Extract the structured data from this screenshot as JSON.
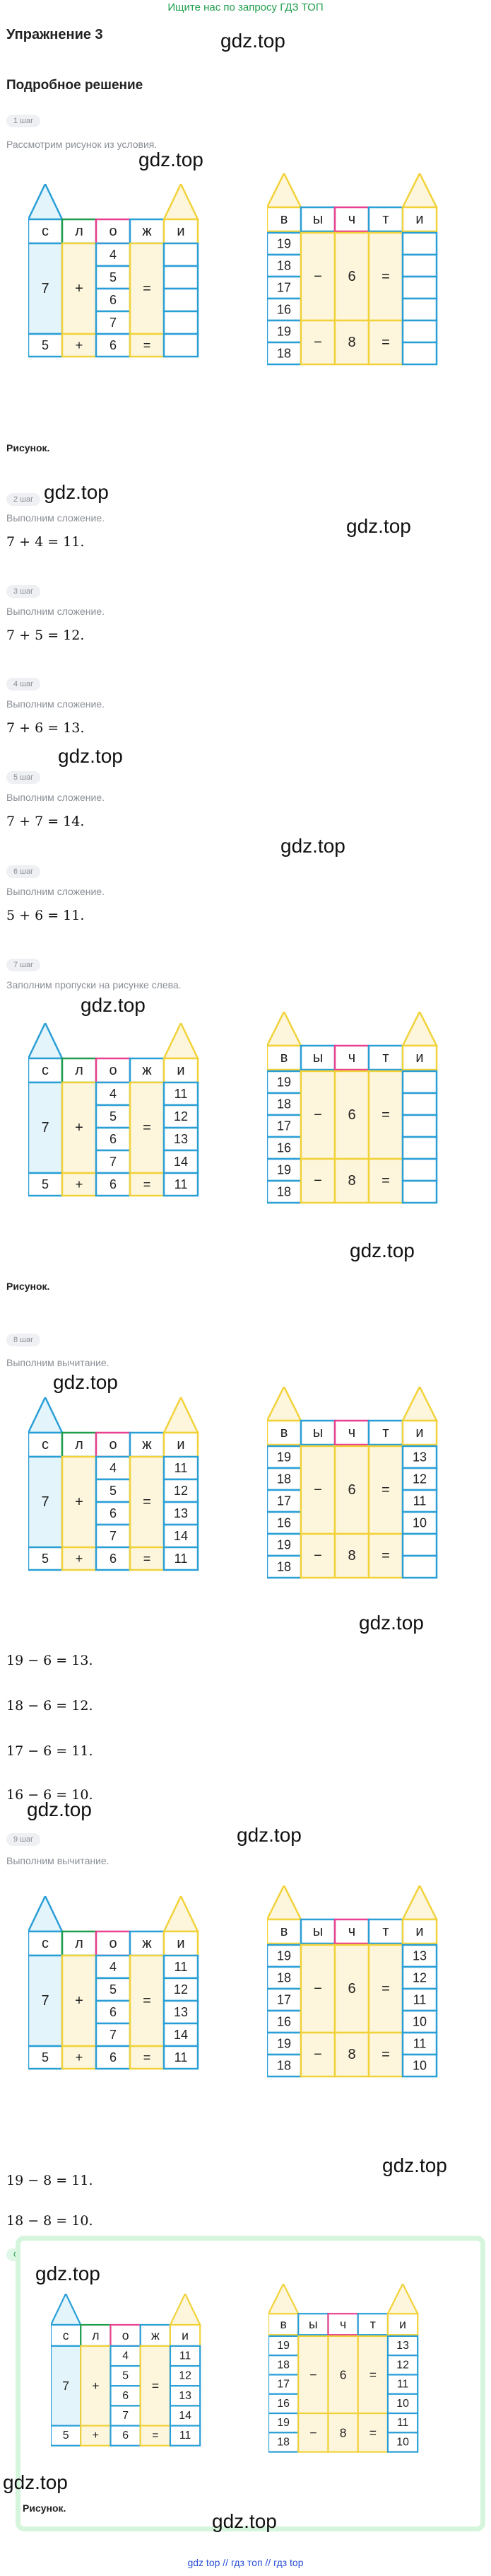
{
  "banner": "Ищите нас по запросу ГДЗ ТОП",
  "title": "Упражнение 3",
  "subtitle": "Подробное решение",
  "watermark": "gdz.top",
  "steps": [
    {
      "label": "1 шаг",
      "desc": "Рассмотрим рисунок из условия."
    },
    {
      "label": "2 шаг",
      "desc": "Выполним сложение.",
      "math": "7 + 4 = 11."
    },
    {
      "label": "3 шаг",
      "desc": "Выполним сложение.",
      "math": "7 + 5 = 12."
    },
    {
      "label": "4 шаг",
      "desc": "Выполним сложение.",
      "math": "7 + 6 = 13."
    },
    {
      "label": "5 шаг",
      "desc": "Выполним сложение.",
      "math": "7 + 7 = 14."
    },
    {
      "label": "6 шаг",
      "desc": "Выполним сложение.",
      "math": "5 + 6 = 11."
    },
    {
      "label": "7 шаг",
      "desc": "Заполним пропуски на рисунке слева."
    },
    {
      "label": "8 шаг",
      "desc": "Выполним вычитание.",
      "math": [
        "19 − 6 = 13.",
        "18 − 6 = 12.",
        "17 − 6 = 11.",
        "16 − 6 = 10."
      ]
    },
    {
      "label": "9 шаг",
      "desc": "Выполним вычитание.",
      "math": [
        "19 − 8 = 11.",
        "18 − 8 = 10."
      ]
    }
  ],
  "caption": "Рисунок.",
  "answer_label": "Ответ",
  "footer": "gdz top  //  гдз топ  //  гдз top",
  "colors": {
    "green": "#1f9d4c",
    "pink": "#e7418f",
    "blue": "#2a9fd6",
    "yellow": "#f2d23a"
  },
  "houseL": {
    "letters": [
      "с",
      "л",
      "о",
      "ж",
      "и"
    ],
    "big_num": "7",
    "plus": "+",
    "eq": "=",
    "addends": [
      "4",
      "5",
      "6",
      "7"
    ],
    "bottom": [
      "5",
      "+",
      "6",
      "=",
      ""
    ]
  },
  "houseR": {
    "letters": [
      "в",
      "ы",
      "ч",
      "т",
      "и"
    ],
    "minuends": [
      "19",
      "18",
      "17",
      "16",
      "19",
      "18"
    ],
    "minus": "−",
    "eq": "=",
    "sub1": "6",
    "sub2": "8"
  },
  "fills": {
    "left_results": [
      [
        "",
        "",
        "",
        "",
        ""
      ],
      [
        "11",
        "12",
        "13",
        "14",
        "11"
      ],
      [
        "11",
        "12",
        "13",
        "14",
        "11"
      ],
      [
        "11",
        "12",
        "13",
        "14",
        "11"
      ],
      [
        "11",
        "12",
        "13",
        "14",
        "11"
      ]
    ],
    "right_results": [
      [
        "",
        "",
        "",
        "",
        "",
        ""
      ],
      [
        "",
        "",
        "",
        "",
        "",
        ""
      ],
      [
        "13",
        "12",
        "11",
        "10",
        "",
        ""
      ],
      [
        "13",
        "12",
        "11",
        "10",
        "11",
        "10"
      ],
      [
        "13",
        "12",
        "11",
        "10",
        "11",
        "10"
      ]
    ]
  }
}
